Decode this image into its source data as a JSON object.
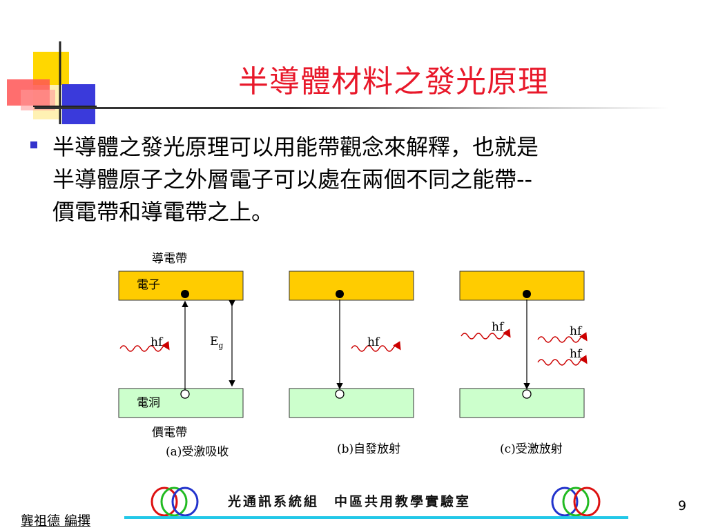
{
  "slide": {
    "title": "半導體材料之發光原理",
    "bullet_text_line1": "半導體之發光原理可以用能帶觀念來解釋，也就是",
    "bullet_text_line2": "半導體原子之外層電子可以處在兩個不同之能帶--",
    "bullet_text_line3": "價電帶和導電帶之上。",
    "page_number": "9"
  },
  "diagram": {
    "conduction_band_label": "導電帶",
    "electron_label": "電子",
    "hole_label": "電洞",
    "valence_band_label": "價電帶",
    "energy_gap_label_main": "E",
    "energy_gap_label_sub": "g",
    "photon_label": "hf",
    "caption_a": "(a)受激吸收",
    "caption_b": "(b)自發放射",
    "caption_c": "(c)受激放射",
    "colors": {
      "conduction": "#ffcc00",
      "valence": "#ccffcc",
      "wave": "#cc0000"
    }
  },
  "footer": {
    "lab_name": "光通訊系統組　中區共用教學實驗室",
    "author": "龔祖德  編撰"
  }
}
